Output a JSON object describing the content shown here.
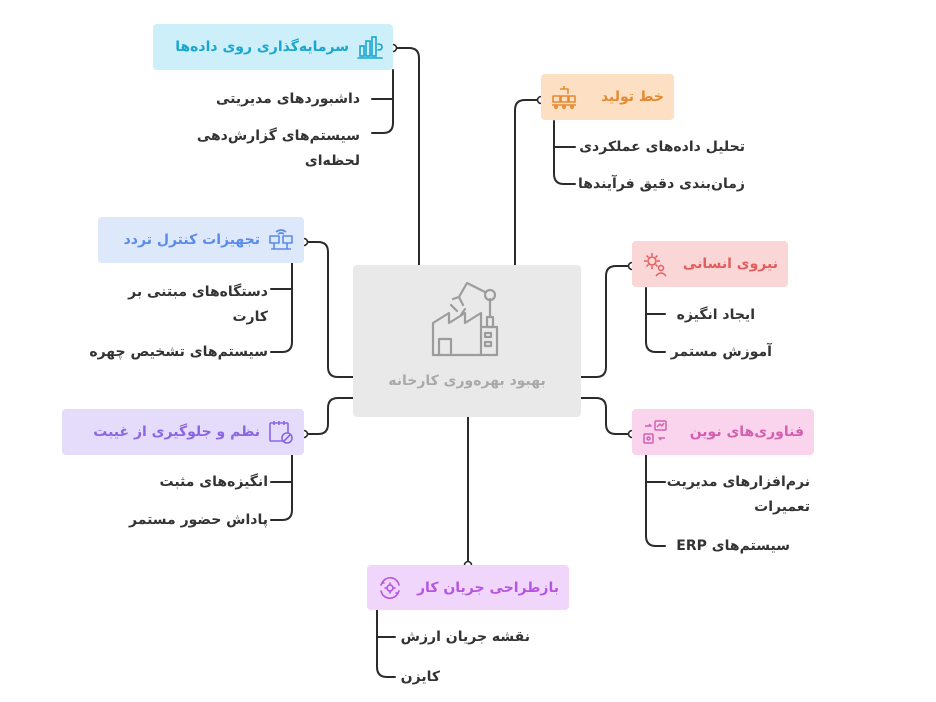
{
  "center": {
    "label": "بهبود بهره‌وری کارخانه",
    "icon": "factory-robot-arm-icon"
  },
  "branches": [
    {
      "id": "investment",
      "title": "سرمایه‌گذاری روی داده‌ها",
      "icon": "data-chart-icon",
      "color": "#1aa6cf",
      "items": [
        "داشبوردهای مدیریتی",
        "سیستم‌های گزارش‌دهی لحظه‌ای"
      ]
    },
    {
      "id": "production-line",
      "title": "خط تولید",
      "icon": "conveyor-boxes-icon",
      "color": "#e58a30",
      "items": [
        "تحلیل داده‌های عملکردی",
        "زمان‌بندی دقیق فرآیندها"
      ]
    },
    {
      "id": "access-control",
      "title": "تجهیزات کنترل تردد",
      "icon": "network-devices-icon",
      "color": "#5b8be8",
      "items": [
        "دستگاه‌های مبتنی بر کارت",
        "سیستم‌های تشخیص چهره"
      ]
    },
    {
      "id": "human-resources",
      "title": "نیروی انسانی",
      "icon": "gear-person-icon",
      "color": "#e35d5d",
      "items": [
        "ایجاد انگیزه",
        "آموزش مستمر"
      ]
    },
    {
      "id": "attendance",
      "title": "نظم و جلوگیری از غیبت",
      "icon": "calendar-block-icon",
      "color": "#8a66e3",
      "items": [
        "انگیزه‌های مثبت",
        "پاداش حضور مستمر"
      ]
    },
    {
      "id": "technologies",
      "title": "فناوری‌های نوین",
      "icon": "tech-devices-icon",
      "color": "#d35fb0",
      "items": [
        "نرم‌افزارهای مدیریت تعمیرات",
        "سیستم‌های ERP"
      ]
    },
    {
      "id": "workflow",
      "title": "بازطراحی جریان کار",
      "icon": "gear-cycle-icon",
      "color": "#b655e3",
      "items": [
        "نقشه جریان ارزش",
        "کایزن"
      ]
    }
  ]
}
